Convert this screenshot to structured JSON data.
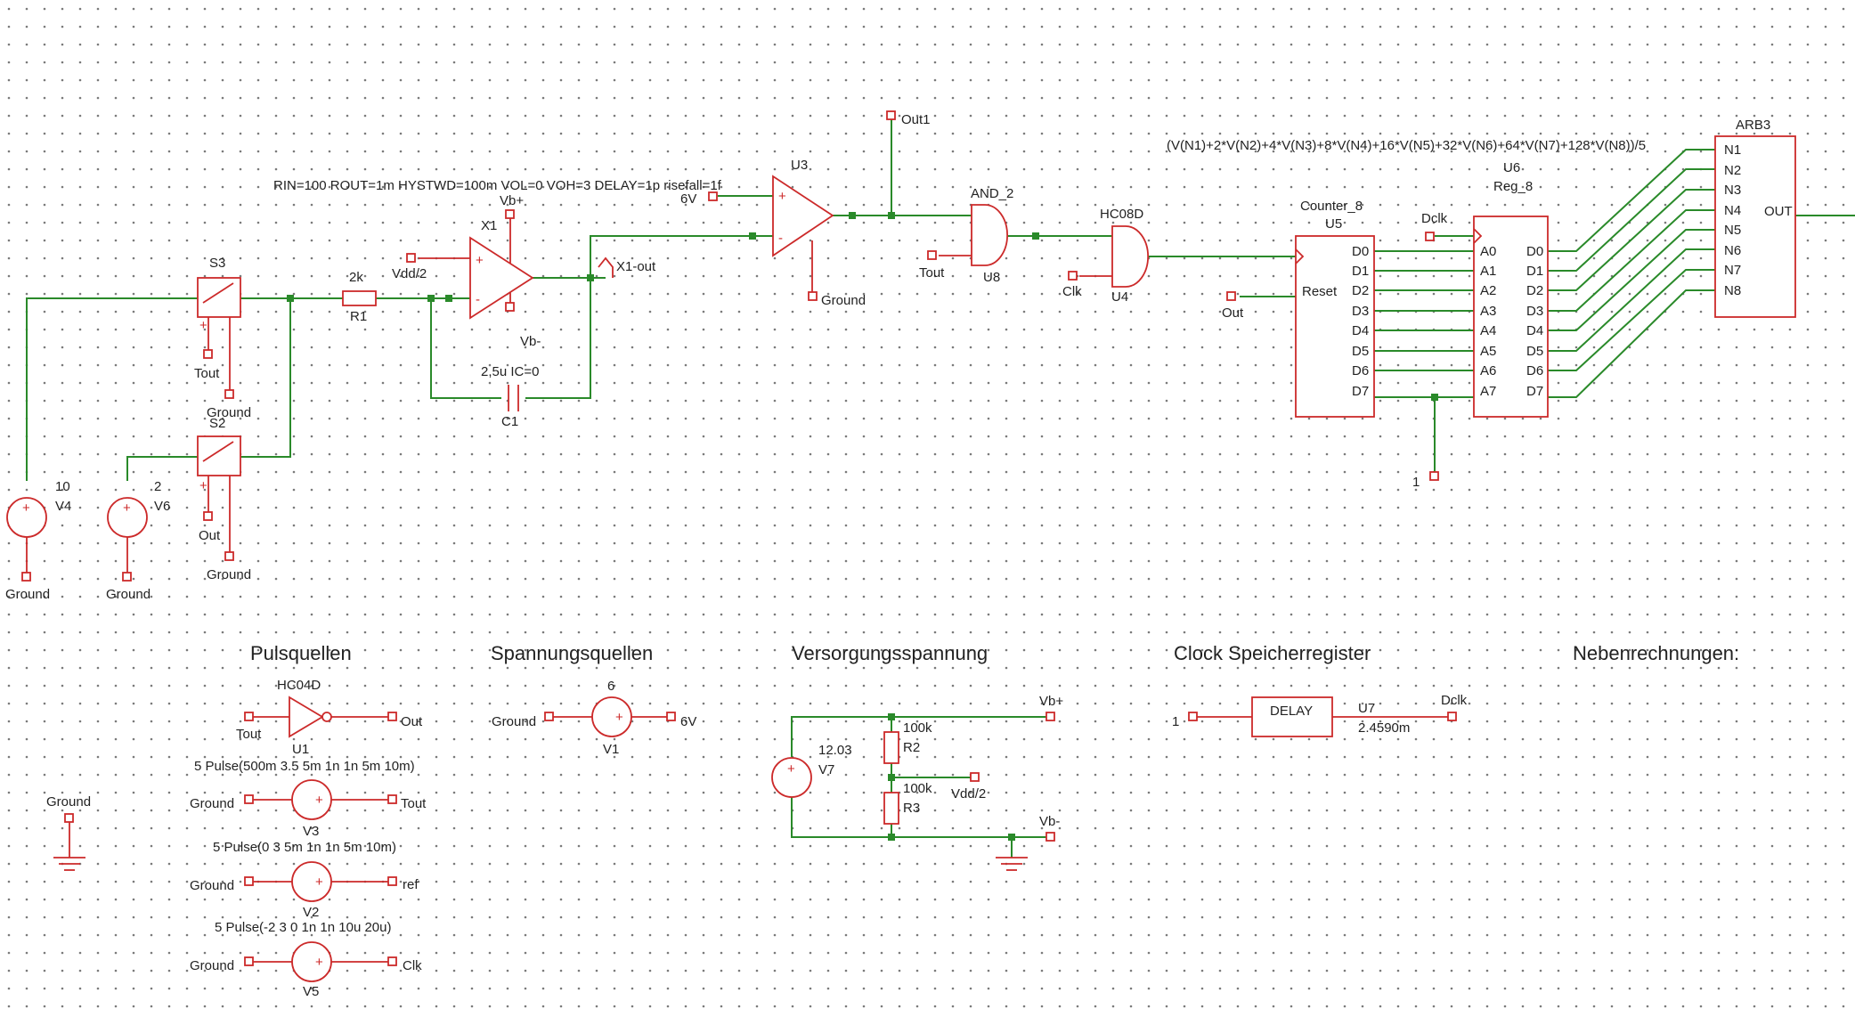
{
  "section_titles": {
    "pulse": "Pulsquellen",
    "voltage": "Spannungsquellen",
    "supply": "Versorgungsspannung",
    "clock": "Clock Speicherregister",
    "aux": "Nebenrechnungen:"
  },
  "comparator_params": "RIN=100 ROUT=1m HYSTWD=100m VOL=0 VOH=3 DELAY=1p risefall=1f",
  "arb_expression": "(V(N1)+2*V(N2)+4*V(N3)+8*V(N4)+16*V(N5)+32*V(N6)+64*V(N7)+128*V(N8))/5",
  "parts": {
    "s3": "S3",
    "s2": "S2",
    "r1": "R1",
    "r1_value": "2k",
    "x1": "X1",
    "vbp": "Vb+",
    "vbm": "Vb-",
    "vdd2": "Vdd/2",
    "x1_out": "X1-out",
    "c1": "C1",
    "c1_value": "2,5u IC=0",
    "u3": "U3",
    "six_v": "6V",
    "ground": "Ground",
    "out1": "Out1",
    "and2": "AND_2",
    "u8": "U8",
    "tout": "Tout",
    "hc08d": "HC08D",
    "u4": "U4",
    "clk": "Clk",
    "counter": "Counter_8",
    "u5": "U5",
    "reset": "Reset",
    "out": "Out",
    "reg": "Reg_8",
    "u6": "U6",
    "dclk": "Dclk",
    "arb": "ARB3",
    "arb_out": "OUT",
    "v4": "V4",
    "v4_value": "10",
    "v6": "V6",
    "v6_value": "2",
    "one": "1"
  },
  "counter_pins": [
    "D0",
    "D1",
    "D2",
    "D3",
    "D4",
    "D5",
    "D6",
    "D7"
  ],
  "reg_in_pins": [
    "A0",
    "A1",
    "A2",
    "A3",
    "A4",
    "A5",
    "A6",
    "A7"
  ],
  "reg_out_pins": [
    "D0",
    "D1",
    "D2",
    "D3",
    "D4",
    "D5",
    "D6",
    "D7"
  ],
  "arb_pins": [
    "N1",
    "N2",
    "N3",
    "N4",
    "N5",
    "N6",
    "N7",
    "N8"
  ],
  "pulse": {
    "hc04d": "HC04D",
    "u1": "U1",
    "tout": "Tout",
    "out": "Out",
    "v3": "V3",
    "v3_spec": "5 Pulse(500m 3.5 5m 1n 1n 5m 10m)",
    "v3_gnd": "Ground",
    "v3_out": "Tout",
    "v2": "V2",
    "v2_spec": "5 Pulse(0 3 5m 1n 1n 5m 10m)",
    "v2_gnd": "Ground",
    "v2_out": "ref",
    "v5": "V5",
    "v5_spec": "5 Pulse(-2 3 0 1n 1n 10u 20u)",
    "v5_gnd": "Ground",
    "v5_out": "Clk"
  },
  "voltage": {
    "v1": "V1",
    "v1_value": "6",
    "gnd": "Ground",
    "out": "6V"
  },
  "supply": {
    "v7": "V7",
    "v7_value": "12.03",
    "r2": "R2",
    "r2_value": "100k",
    "r3": "R3",
    "r3_value": "100k",
    "vbp": "Vb+",
    "vdd2": "Vdd/2",
    "vbm": "Vb-"
  },
  "clock": {
    "in": "1",
    "delay": "DELAY",
    "u7": "U7",
    "value": "2.4590m",
    "out": "Dclk"
  },
  "ground_standalone": "Ground"
}
